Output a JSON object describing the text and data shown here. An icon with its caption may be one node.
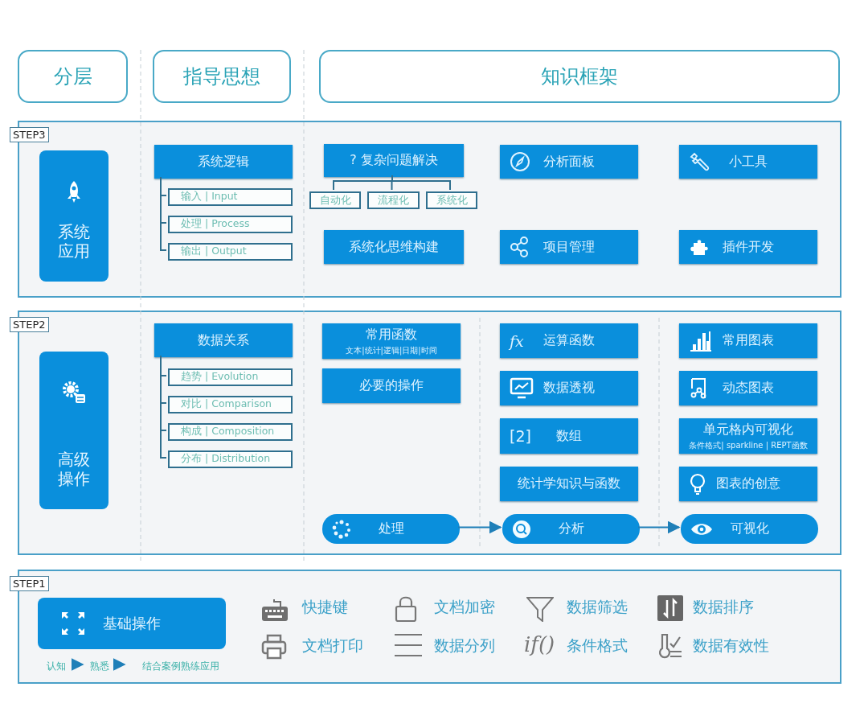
{
  "diagram": {
    "nodes": [
      {
        "text": [
          "分层"
        ]
      },
      {
        "text": [
          "指导思想"
        ]
      },
      {
        "text": [
          "知识框架"
        ]
      },
      {
        "text": [
          "STEP3"
        ]
      },
      {
        "text": [
          "系统应用"
        ],
        "in": 3
      },
      {
        "text": [
          "系统逻辑"
        ],
        "in": 3
      },
      {
        "text": [
          "输入 | Input"
        ],
        "in": 3
      },
      {
        "text": [
          "处理 | Process"
        ],
        "in": 3
      },
      {
        "text": [
          "输出 | Output"
        ],
        "in": 3
      },
      {
        "text": [
          "? 复杂问题解决"
        ],
        "in": 3
      },
      {
        "text": [
          "自动化"
        ],
        "in": 3
      },
      {
        "text": [
          "流程化"
        ],
        "in": 3
      },
      {
        "text": [
          "系统化"
        ],
        "in": 3
      },
      {
        "text": [
          "系统化思维构建"
        ],
        "in": 3
      },
      {
        "text": [
          "分析面板"
        ],
        "in": 3
      },
      {
        "text": [
          "项目管理"
        ],
        "in": 3
      },
      {
        "text": [
          "小工具"
        ],
        "in": 3
      },
      {
        "text": [
          "插件开发"
        ],
        "in": 3
      },
      {
        "text": [
          "STEP2"
        ]
      },
      {
        "text": [
          "高级操作"
        ],
        "in": 18
      },
      {
        "text": [
          "数据关系"
        ],
        "in": 18
      },
      {
        "text": [
          "趋势 | Evolution"
        ],
        "in": 18
      },
      {
        "text": [
          "对比 | Comparison"
        ],
        "in": 18
      },
      {
        "text": [
          "构成 | Composition"
        ],
        "in": 18
      },
      {
        "text": [
          "分布 | Distribution"
        ],
        "in": 18
      },
      {
        "text": [
          "常用函数",
          "文本|统计|逻辑|日期|时间"
        ],
        "in": 18
      },
      {
        "text": [
          "必要的操作"
        ],
        "in": 18
      },
      {
        "text": [
          "fx",
          "运算函数"
        ],
        "in": 18
      },
      {
        "text": [
          "数据透视"
        ],
        "in": 18
      },
      {
        "text": [
          "[2]",
          "数组"
        ],
        "in": 18
      },
      {
        "text": [
          "统计学知识与函数"
        ],
        "in": 18
      },
      {
        "text": [
          "常用图表"
        ],
        "in": 18
      },
      {
        "text": [
          "动态图表"
        ],
        "in": 18
      },
      {
        "text": [
          "单元格内可视化",
          "条件格式| sparkline | REPT函数"
        ],
        "in": 18
      },
      {
        "text": [
          "图表的创意"
        ],
        "in": 18
      },
      {
        "text": [
          "处理"
        ],
        "in": 18
      },
      {
        "text": [
          "分析"
        ],
        "in": 18
      },
      {
        "text": [
          "可视化"
        ],
        "in": 18
      },
      {
        "text": [
          "STEP1"
        ]
      },
      {
        "text": [
          "基础操作"
        ],
        "in": 38
      },
      {
        "text": [
          "认知"
        ],
        "in": 38
      },
      {
        "text": [
          "熟悉"
        ],
        "in": 38
      },
      {
        "text": [
          "结合案例熟练应用"
        ],
        "in": 38
      }
    ],
    "edges": [
      {
        "from": 5,
        "to": 6,
        "arrow": "none"
      },
      {
        "from": 5,
        "to": 7,
        "arrow": "none"
      },
      {
        "from": 5,
        "to": 8,
        "arrow": "none"
      },
      {
        "from": 9,
        "to": 10,
        "arrow": "none"
      },
      {
        "from": 9,
        "to": 11,
        "arrow": "none"
      },
      {
        "from": 9,
        "to": 12,
        "arrow": "none"
      },
      {
        "from": 20,
        "to": 21,
        "arrow": "none"
      },
      {
        "from": 20,
        "to": 22,
        "arrow": "none"
      },
      {
        "from": 20,
        "to": 23,
        "arrow": "none"
      },
      {
        "from": 20,
        "to": 24,
        "arrow": "none"
      },
      {
        "from": 35,
        "to": 36,
        "arrow": "to"
      },
      {
        "from": 36,
        "to": 37,
        "arrow": "to"
      },
      {
        "from": 40,
        "to": 41,
        "arrow": "to"
      },
      {
        "from": 41,
        "to": 42,
        "arrow": "to"
      }
    ],
    "labels": [
      "快捷键",
      "文档加密",
      "数据筛选",
      "数据排序",
      "文档打印",
      "数据分列",
      "if()",
      "条件格式",
      "数据有效性"
    ]
  }
}
